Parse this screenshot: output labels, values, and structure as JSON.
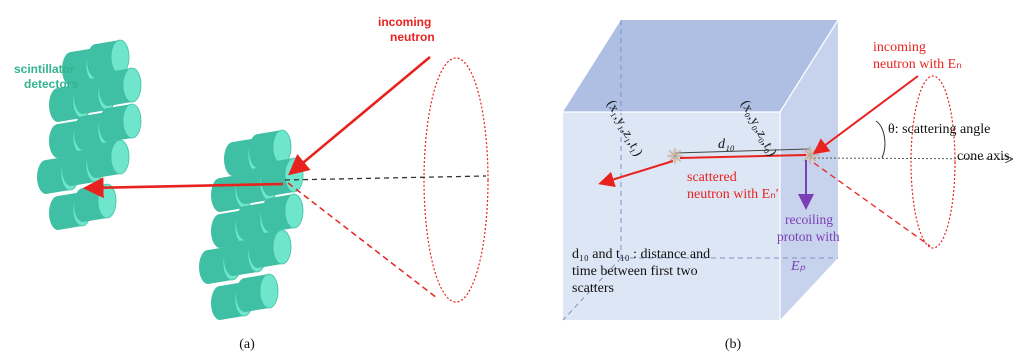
{
  "panel_a": {
    "scintillator_label_line1": "scintillator",
    "scintillator_label_line2": "detectors",
    "incoming_label_line1": "incoming",
    "incoming_label_line2": "neutron",
    "caption": "(a)"
  },
  "panel_b": {
    "coord1": "(x₁,y₁,z₁,t₁)",
    "coord0": "(x₀,y₀,z₀,t₀)",
    "d10": "d₁₀",
    "scattered_line1": "scattered",
    "scattered_line2": "neutron with Eₙ′",
    "recoil_line1": "recoiling",
    "recoil_line2": "proton with",
    "recoil_line3": "Eₚ",
    "incoming_line1": "incoming",
    "incoming_line2": "neutron with Eₙ",
    "theta_label": "θ: scattering angle",
    "cone_axis": "cone axis",
    "note_line1": "d₁₀ and t₁₀ : distance and",
    "note_line2": "time between first two",
    "note_line3": "scatters",
    "caption": "(b)"
  },
  "colors": {
    "detector": "#6fe6cc",
    "detector_dark": "#3fbfa3",
    "label_green": "#33b38f",
    "red": "#e8231f",
    "purple": "#7a3fb5",
    "box_front": "#dde6f5",
    "box_top": "#aebfe3"
  }
}
